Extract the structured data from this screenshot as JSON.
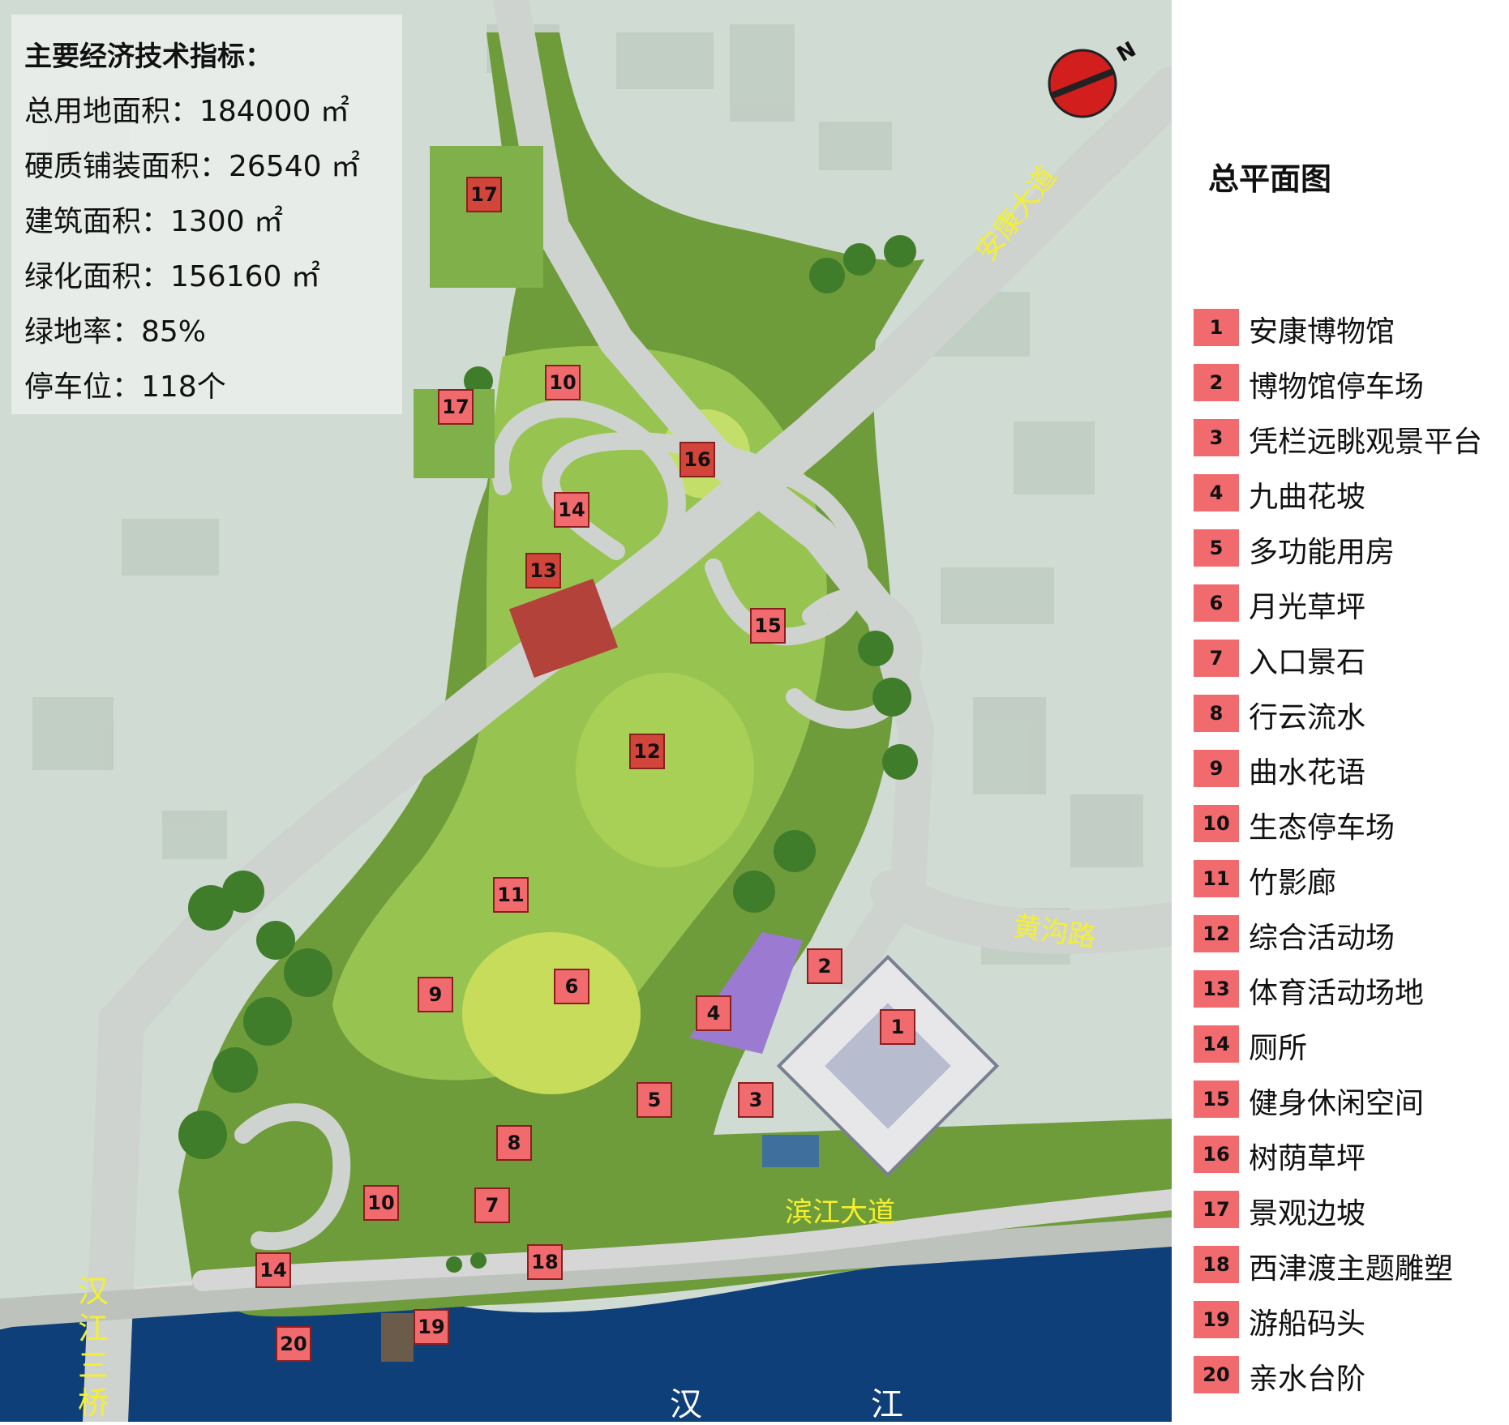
{
  "stats": {
    "heading": "主要经济技术指标：",
    "lines": [
      "总用地面积：184000 ㎡",
      "硬质铺装面积：26540 ㎡",
      "建筑面积：1300 ㎡",
      "绿化面积：156160 ㎡",
      "绿地率：85%",
      "停车位：118个"
    ]
  },
  "compass": {
    "letter": "N"
  },
  "road_labels": {
    "ankang": "安康大道",
    "huanggou": "黄沟路",
    "binjiang": "滨江大道",
    "bridge": "汉江三桥"
  },
  "river_label": {
    "han": "汉",
    "jiang": "江"
  },
  "legend": {
    "title": "总平面图",
    "items": [
      {
        "num": "1",
        "label": "安康博物馆"
      },
      {
        "num": "2",
        "label": "博物馆停车场"
      },
      {
        "num": "3",
        "label": "凭栏远眺观景平台"
      },
      {
        "num": "4",
        "label": "九曲花坡"
      },
      {
        "num": "5",
        "label": "多功能用房"
      },
      {
        "num": "6",
        "label": "月光草坪"
      },
      {
        "num": "7",
        "label": "入口景石"
      },
      {
        "num": "8",
        "label": "行云流水"
      },
      {
        "num": "9",
        "label": "曲水花语"
      },
      {
        "num": "10",
        "label": "生态停车场"
      },
      {
        "num": "11",
        "label": "竹影廊"
      },
      {
        "num": "12",
        "label": "综合活动场"
      },
      {
        "num": "13",
        "label": "体育活动场地"
      },
      {
        "num": "14",
        "label": "厕所"
      },
      {
        "num": "15",
        "label": "健身休闲空间"
      },
      {
        "num": "16",
        "label": "树荫草坪"
      },
      {
        "num": "17",
        "label": "景观边坡"
      },
      {
        "num": "18",
        "label": "西津渡主题雕塑"
      },
      {
        "num": "19",
        "label": "游船码头"
      },
      {
        "num": "20",
        "label": "亲水台阶"
      }
    ]
  },
  "markers": [
    "1",
    "2",
    "3",
    "4",
    "5",
    "6",
    "7",
    "8",
    "9",
    "10",
    "10",
    "11",
    "12",
    "13",
    "14",
    "14",
    "15",
    "16",
    "17",
    "17",
    "18",
    "19",
    "20"
  ],
  "colors": {
    "marker": "#f06a6e",
    "marker_border": "#8a1f20",
    "road_label": "#f4f030",
    "water": "#0e3f78",
    "park_green": "#8cc63e"
  }
}
